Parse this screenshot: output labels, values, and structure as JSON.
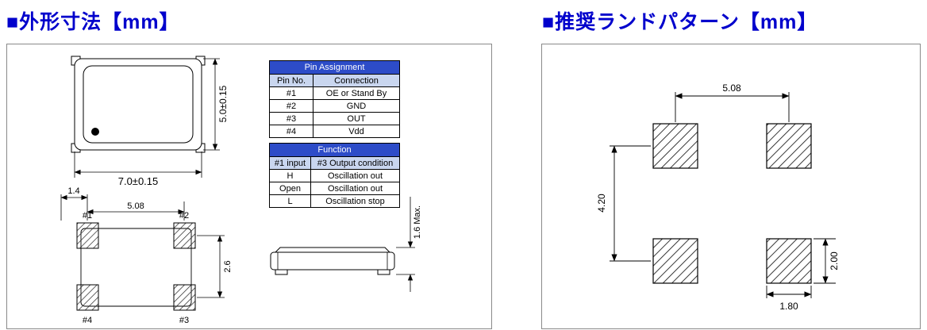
{
  "titles": {
    "left": "■外形寸法【mm】",
    "right": "■推奨ランドパターン【mm】"
  },
  "outline_drawing": {
    "dim_body_width": "7.0±0.15",
    "dim_body_height": "5.0±0.15",
    "dim_pad_offset": "1.4",
    "dim_pad_pitch_h": "5.08",
    "dim_pad_gap_v": "2.6",
    "dim_height_max": "1.6 Max.",
    "pad_labels": {
      "p1": "#1",
      "p2": "#2",
      "p3": "#3",
      "p4": "#4"
    }
  },
  "pin_assignment": {
    "title": "Pin Assignment",
    "col1": "Pin No.",
    "col2": "Connection",
    "rows": [
      {
        "pin": "#1",
        "conn": "OE or Stand By"
      },
      {
        "pin": "#2",
        "conn": "GND"
      },
      {
        "pin": "#3",
        "conn": "OUT"
      },
      {
        "pin": "#4",
        "conn": "Vdd"
      }
    ]
  },
  "function_table": {
    "title": "Function",
    "col1": "#1 input",
    "col2": "#3 Output condition",
    "rows": [
      {
        "input": "H",
        "output": "Oscillation out"
      },
      {
        "input": "Open",
        "output": "Oscillation out"
      },
      {
        "input": "L",
        "output": "Oscillation stop"
      }
    ]
  },
  "land_pattern": {
    "dim_pitch_h": "5.08",
    "dim_pitch_v": "4.20",
    "dim_pad_height": "2.00",
    "dim_pad_width": "1.80"
  },
  "colors": {
    "title_blue": "#0000cc",
    "table_header_bg": "#2d4cc8",
    "table_subheader_bg": "#c9d6ef"
  }
}
